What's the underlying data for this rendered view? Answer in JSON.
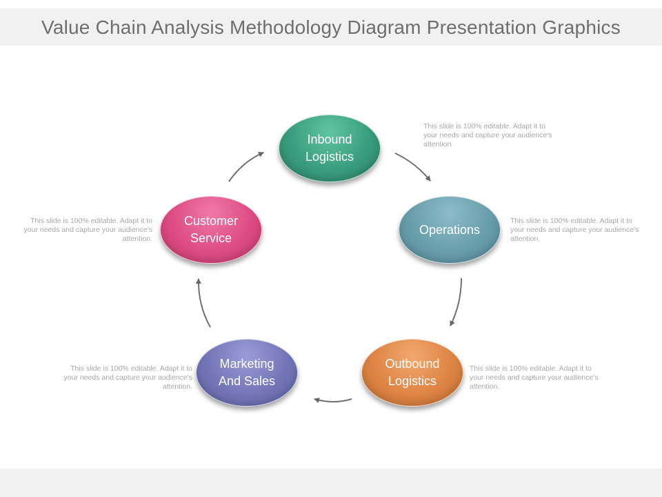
{
  "slide": {
    "title": "Value Chain Analysis Methodology Diagram Presentation Graphics"
  },
  "nodes": {
    "inbound": {
      "label_line1": "Inbound",
      "label_line2": "Logistics",
      "color": "#3a9e7e"
    },
    "operations": {
      "label_line1": "Operations",
      "label_line2": "",
      "color": "#6a9eac"
    },
    "outbound": {
      "label_line1": "Outbound",
      "label_line2": "Logistics",
      "color": "#de8545"
    },
    "marketing": {
      "label_line1": "Marketing",
      "label_line2": "And Sales",
      "color": "#7377b8"
    },
    "customer": {
      "label_line1": "Customer",
      "label_line2": "Service",
      "color": "#de4d83"
    }
  },
  "captions": {
    "inbound": "This slide is 100% editable. Adapt it to your needs and capture your audience's attention.",
    "operations": "This slide is 100% editable. Adapt it to your needs and capture your audience's attention.",
    "outbound": "This slide is 100% editable. Adapt it to your needs and capture your audience's attention.",
    "marketing": "This slide is 100% editable. Adapt it to your needs and capture your audience's attention.",
    "customer": "This slide is 100% editable. Adapt it to your needs and capture your audience's attention."
  },
  "arrow_icon": "curved-arrow-icon"
}
